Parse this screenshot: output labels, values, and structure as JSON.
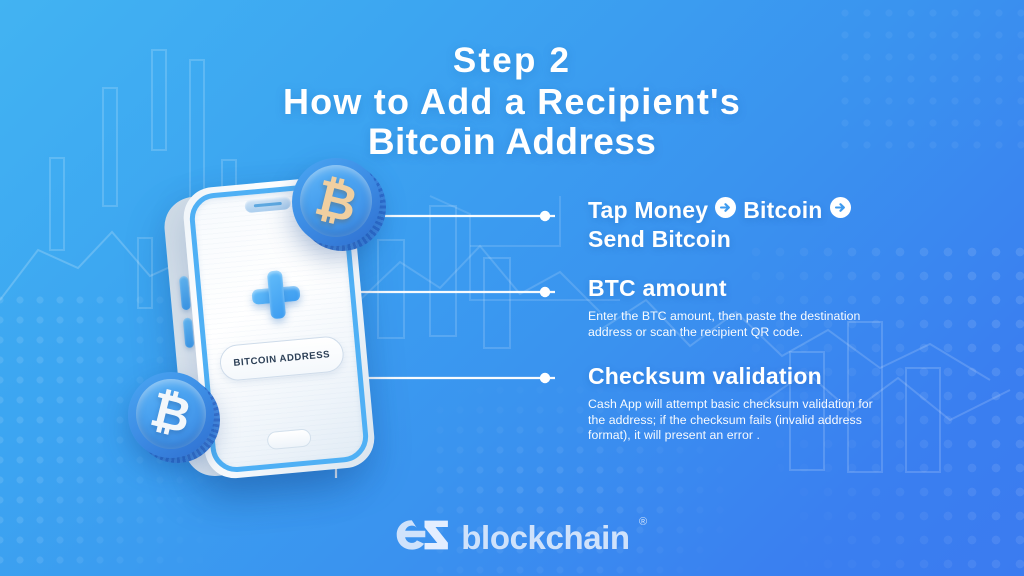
{
  "headline": {
    "step": "Step 2",
    "line1": "How to Add a Recipient's",
    "line2": "Bitcoin Address"
  },
  "phone": {
    "address_field_label": "BITCOIN ADDRESS",
    "plus_icon": "plus-icon",
    "home_button": "home-indicator"
  },
  "coins": {
    "top": {
      "symbol": "₿",
      "name": "bitcoin-coin-gold"
    },
    "bottom": {
      "symbol": "₿",
      "name": "bitcoin-coin-silver"
    }
  },
  "steps": [
    {
      "title_part1": "Tap Money",
      "arrow1": "→",
      "title_part2": "Bitcoin",
      "arrow2": "→",
      "title_part3": "Send Bitcoin",
      "body": ""
    },
    {
      "title": "BTC amount",
      "body": "Enter the BTC amount, then paste the destination address or scan the recipient QR code."
    },
    {
      "title": "Checksum validation",
      "body": "Cash App will attempt basic checksum validation for the address; if the checksum fails (invalid address format), it will present an error ."
    }
  ],
  "footer": {
    "logo_mark": "ez-logo-mark",
    "logo_text": "blockchain",
    "registered": "®"
  },
  "colors": {
    "bg_top_left": "#42b3f2",
    "bg_bottom_right": "#3b7bf0",
    "accent_blue": "#4fb0f5",
    "text_white": "#ffffff",
    "logo_blue": "#cfe2fb",
    "coin_gold": "#f0cfa0"
  }
}
